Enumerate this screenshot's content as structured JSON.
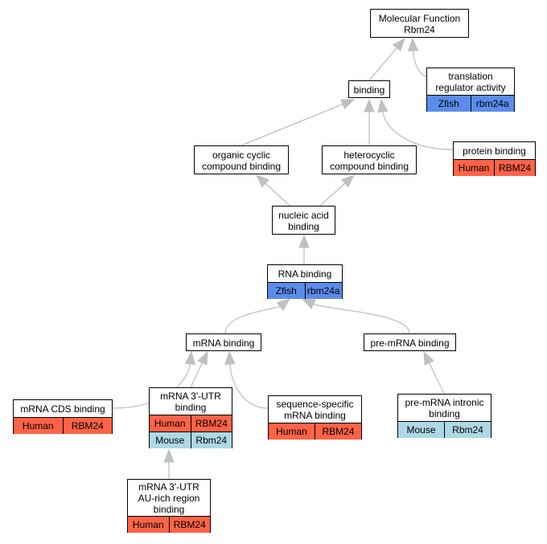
{
  "colors": {
    "zfish": "#5B8CEB",
    "human": "#FF6347",
    "mouse": "#ADD8E6",
    "edge": "#C0C0C0"
  },
  "nodes": [
    {
      "id": "mf",
      "label": "Molecular Function\nRbm24",
      "annotations": []
    },
    {
      "id": "trans",
      "label": "translation\nregulator activity",
      "annotations": [
        {
          "species": "Zfish",
          "gene": "rbm24a",
          "color": "zfish"
        }
      ]
    },
    {
      "id": "binding",
      "label": "binding",
      "annotations": []
    },
    {
      "id": "ocb",
      "label": "organic cyclic\ncompound binding",
      "annotations": []
    },
    {
      "id": "hcb",
      "label": "heterocyclic\ncompound binding",
      "annotations": []
    },
    {
      "id": "prot",
      "label": "protein binding",
      "annotations": [
        {
          "species": "Human",
          "gene": "RBM24",
          "color": "human"
        }
      ]
    },
    {
      "id": "nab",
      "label": "nucleic acid\nbinding",
      "annotations": []
    },
    {
      "id": "rna",
      "label": "RNA binding",
      "annotations": [
        {
          "species": "Zfish",
          "gene": "rbm24a",
          "color": "zfish"
        }
      ]
    },
    {
      "id": "mrna",
      "label": "mRNA binding",
      "annotations": []
    },
    {
      "id": "premrna",
      "label": "pre-mRNA binding",
      "annotations": []
    },
    {
      "id": "cds",
      "label": "mRNA CDS binding",
      "annotations": [
        {
          "species": "Human",
          "gene": "RBM24",
          "color": "human"
        }
      ]
    },
    {
      "id": "utr3",
      "label": "mRNA 3'-UTR\nbinding",
      "annotations": [
        {
          "species": "Human",
          "gene": "RBM24",
          "color": "human"
        },
        {
          "species": "Mouse",
          "gene": "Rbm24",
          "color": "mouse"
        }
      ]
    },
    {
      "id": "seq",
      "label": "sequence-specific\nmRNA binding",
      "annotations": [
        {
          "species": "Human",
          "gene": "RBM24",
          "color": "human"
        }
      ]
    },
    {
      "id": "intronic",
      "label": "pre-mRNA intronic\nbinding",
      "annotations": [
        {
          "species": "Mouse",
          "gene": "Rbm24",
          "color": "mouse"
        }
      ]
    },
    {
      "id": "aurich",
      "label": "mRNA 3'-UTR\nAU-rich region\nbinding",
      "annotations": [
        {
          "species": "Human",
          "gene": "RBM24",
          "color": "human"
        }
      ]
    }
  ],
  "edges": [
    {
      "from": "trans",
      "to": "mf"
    },
    {
      "from": "binding",
      "to": "mf"
    },
    {
      "from": "ocb",
      "to": "binding"
    },
    {
      "from": "hcb",
      "to": "binding"
    },
    {
      "from": "prot",
      "to": "binding"
    },
    {
      "from": "nab",
      "to": "ocb"
    },
    {
      "from": "nab",
      "to": "hcb"
    },
    {
      "from": "rna",
      "to": "nab"
    },
    {
      "from": "mrna",
      "to": "rna"
    },
    {
      "from": "premrna",
      "to": "rna"
    },
    {
      "from": "cds",
      "to": "mrna"
    },
    {
      "from": "utr3",
      "to": "mrna"
    },
    {
      "from": "seq",
      "to": "mrna"
    },
    {
      "from": "intronic",
      "to": "premrna"
    },
    {
      "from": "aurich",
      "to": "utr3"
    }
  ]
}
